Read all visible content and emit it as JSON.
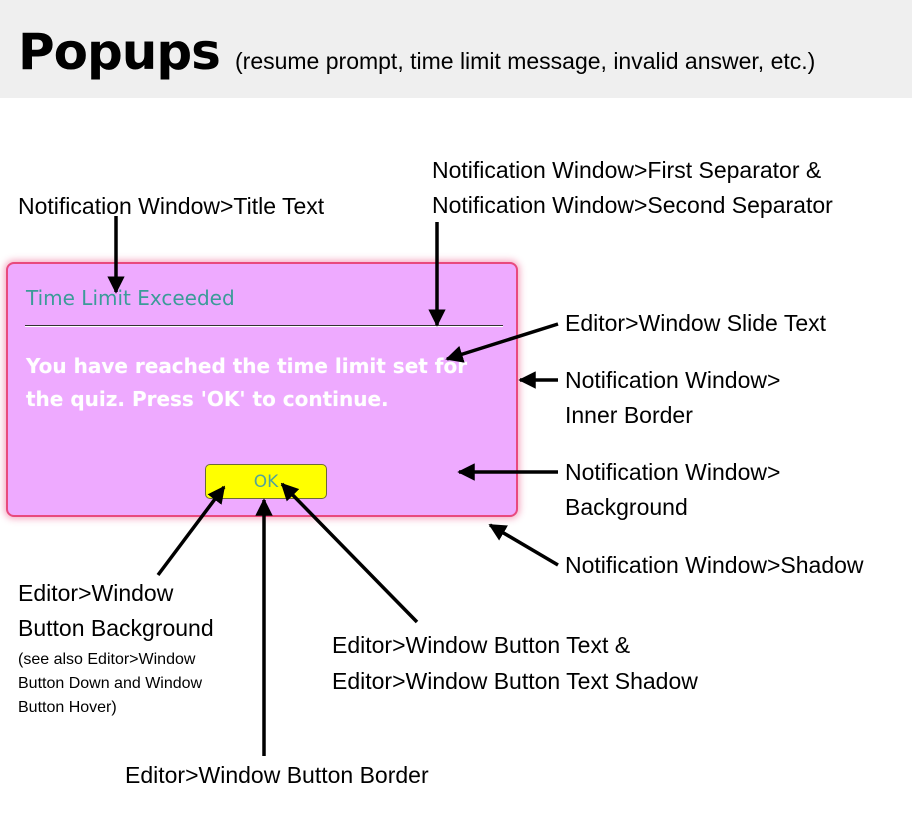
{
  "header": {
    "title": "Popups",
    "subtitle": "(resume prompt, time limit message, invalid answer, etc.)"
  },
  "popup": {
    "title": "Time Limit Exceeded",
    "message": "You have reached the time limit set for the quiz. Press 'OK' to continue.",
    "button_label": "OK"
  },
  "annotations": {
    "title_text": "Notification Window>Title Text",
    "separator_line1": "Notification Window>First Separator &",
    "separator_line2": "Notification Window>Second Separator",
    "slide_text": "Editor>Window Slide Text",
    "inner_border_line1": "Notification Window>",
    "inner_border_line2": "Inner Border",
    "background_line1": "Notification Window>",
    "background_line2": "Background",
    "shadow": "Notification Window>Shadow",
    "button_bg_line1": "Editor>Window",
    "button_bg_line2": "Button Background",
    "button_bg_note1": "(see also Editor>Window",
    "button_bg_note2": "Button Down and Window",
    "button_bg_note3": "Button Hover)",
    "button_text_line1": "Editor>Window Button Text &",
    "button_text_line2": "Editor>Window Button Text Shadow",
    "button_border": "Editor>Window Button Border"
  },
  "colors": {
    "popup_background": "#eeaaff",
    "popup_border": "#e84a7e",
    "title_text": "#3b9b98",
    "message_text": "#ffffff",
    "button_background": "#ffff00",
    "button_text": "#53a399",
    "header_band": "#efefef"
  }
}
